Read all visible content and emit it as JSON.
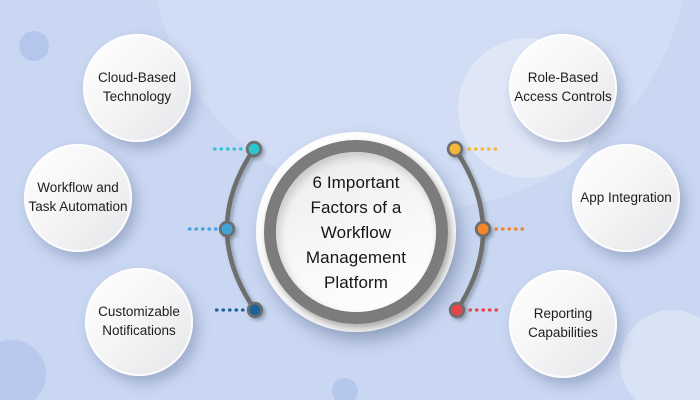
{
  "title": "6 Important Factors of a Workflow Management Platform",
  "background": {
    "color": "#c9d7f2"
  },
  "center_circle": {
    "lines": [
      "6 Important",
      "Factors of a",
      "Workflow",
      "Management",
      "Platform"
    ],
    "ring_color": "#7c7c7c"
  },
  "connector": {
    "arc_color": "#6e6e6e",
    "dot_ring_color": "#6e6e6e"
  },
  "factors": [
    {
      "name": "cloud-based-technology",
      "lines": [
        "Cloud-Based",
        "Technology"
      ],
      "side": "left",
      "position": "top",
      "dot_color": "#2ec6ce"
    },
    {
      "name": "workflow-and-task-automation",
      "lines": [
        "Workflow and",
        "Task Automation"
      ],
      "side": "left",
      "position": "middle",
      "dot_color": "#42a2da"
    },
    {
      "name": "customizable-notifications",
      "lines": [
        "Customizable",
        "Notifications"
      ],
      "side": "left",
      "position": "bottom",
      "dot_color": "#1d6396"
    },
    {
      "name": "role-based-access-controls",
      "lines": [
        "Role-Based",
        "Access Controls"
      ],
      "side": "right",
      "position": "top",
      "dot_color": "#f5b63c"
    },
    {
      "name": "app-integration",
      "lines": [
        "App Integration"
      ],
      "side": "right",
      "position": "middle",
      "dot_color": "#f1862b"
    },
    {
      "name": "reporting-capabilities",
      "lines": [
        "Reporting",
        "Capabilities"
      ],
      "side": "right",
      "position": "bottom",
      "dot_color": "#e84549"
    }
  ]
}
